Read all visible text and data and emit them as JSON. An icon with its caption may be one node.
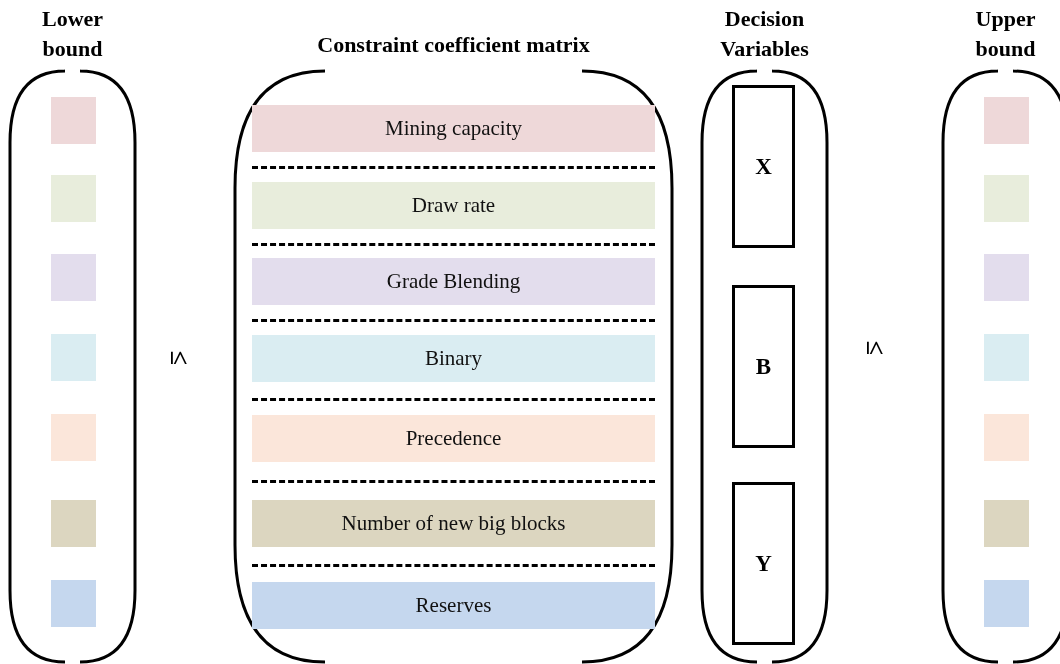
{
  "diagram": {
    "nodes": [
      {
        "text": [
          "Lower bound"
        ]
      },
      {
        "text": [],
        "shape": "box",
        "in": 0
      },
      {
        "text": [],
        "shape": "box",
        "in": 0
      },
      {
        "text": [],
        "shape": "box",
        "in": 0
      },
      {
        "text": [],
        "shape": "box",
        "in": 0
      },
      {
        "text": [],
        "shape": "box",
        "in": 0
      },
      {
        "text": [],
        "shape": "box",
        "in": 0
      },
      {
        "text": [],
        "shape": "box",
        "in": 0
      },
      {
        "text": [
          "Constraint coefficient matrix"
        ]
      },
      {
        "text": [
          "Mining capacity"
        ],
        "in": 8
      },
      {
        "text": [
          "Draw rate"
        ],
        "in": 8
      },
      {
        "text": [
          "Grade Blending"
        ],
        "in": 8
      },
      {
        "text": [
          "Binary"
        ],
        "in": 8
      },
      {
        "text": [
          "Precedence"
        ],
        "in": 8
      },
      {
        "text": [
          "Number of new big blocks"
        ],
        "in": 8
      },
      {
        "text": [
          "Reserves"
        ],
        "in": 8
      },
      {
        "text": [
          "Decision Variables"
        ]
      },
      {
        "text": [
          "X"
        ],
        "in": 16
      },
      {
        "text": [
          "B"
        ],
        "in": 16
      },
      {
        "text": [
          "Y"
        ],
        "in": 16
      },
      {
        "text": [
          "Upper bound"
        ]
      },
      {
        "text": [],
        "shape": "box",
        "in": 20
      },
      {
        "text": [],
        "shape": "box",
        "in": 20
      },
      {
        "text": [],
        "shape": "box",
        "in": 20
      },
      {
        "text": [],
        "shape": "box",
        "in": 20
      },
      {
        "text": [],
        "shape": "box",
        "in": 20
      },
      {
        "text": [],
        "shape": "box",
        "in": 20
      },
      {
        "text": [],
        "shape": "box",
        "in": 20
      }
    ],
    "edges": [],
    "labels": [
      "≤",
      "≤"
    ]
  }
}
